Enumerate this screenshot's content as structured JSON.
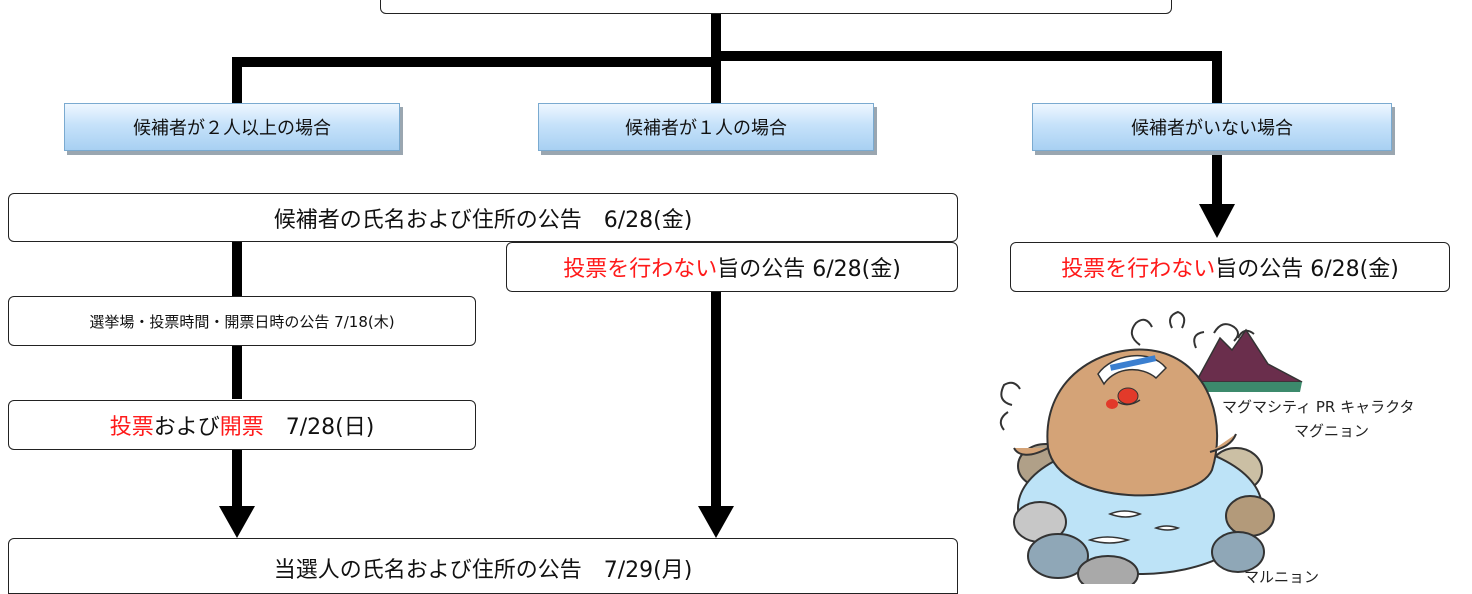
{
  "branches": {
    "multiple": {
      "label": "候補者が２人以上の場合"
    },
    "single": {
      "label": "候補者が１人の場合"
    },
    "none": {
      "label": "候補者がいない場合"
    }
  },
  "steps": {
    "candidate_notice": "候補者の氏名および住所の公告　6/28(金)",
    "venue_notice": "選挙場・投票時間・開票日時の公告 7/18(木)",
    "voting": {
      "part1": "投票",
      "part2": "および",
      "part3": "開票",
      "date": "　7/28(日)"
    },
    "winner_notice": "当選人の氏名および住所の公告　7/29(月)"
  },
  "no_vote_notice": {
    "highlight": "投票を行わない",
    "rest": "旨の公告 6/28(金)"
  },
  "character": {
    "caption_line1": "マグマシティ PR キャラクタ",
    "caption_line2": "マグニョン",
    "caption_bottom": "マルニョン"
  },
  "colors": {
    "highlight": "#ff1a1a",
    "tag_fill": "#c6e2fa"
  }
}
